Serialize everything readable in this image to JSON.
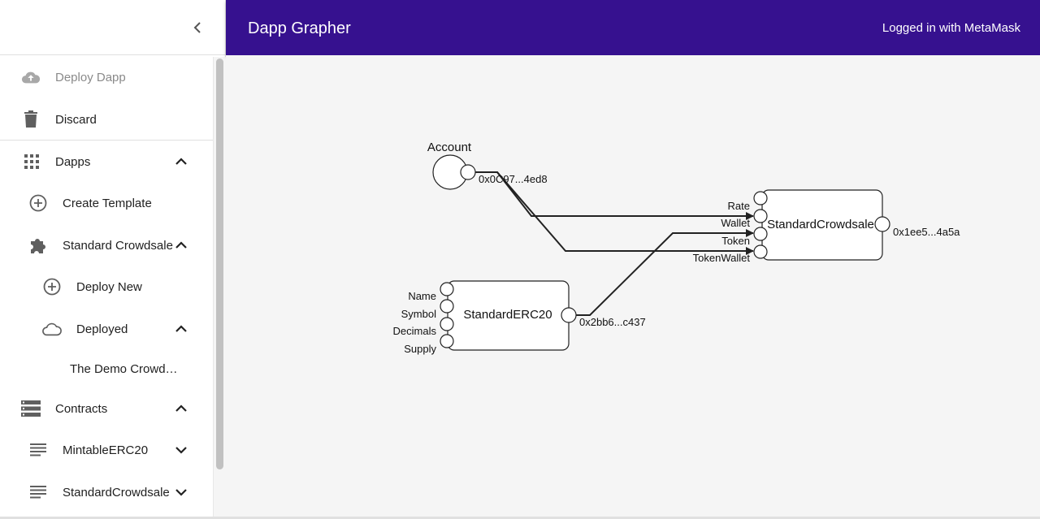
{
  "header": {
    "title": "Dapp Grapher",
    "status": "Logged in with MetaMask",
    "color": "#36118f"
  },
  "sidebar": {
    "deploy_dapp": "Deploy Dapp",
    "discard": "Discard",
    "dapps": "Dapps",
    "create_template": "Create Template",
    "standard_crowdsale": "Standard Crowdsale",
    "deploy_new": "Deploy New",
    "deployed": "Deployed",
    "demo": "The Demo Crowd…",
    "contracts": "Contracts",
    "mintable": "MintableERC20",
    "crowdsale_contract": "StandardCrowdsale"
  },
  "graph": {
    "account": {
      "label": "Account",
      "address": "0x0C97...4ed8"
    },
    "crowdsale": {
      "label": "StandardCrowdsale",
      "address": "0x1ee5...4a5a",
      "inputs": [
        "Rate",
        "Wallet",
        "Token",
        "TokenWallet"
      ]
    },
    "erc20": {
      "label": "StandardERC20",
      "address": "0x2bb6...c437",
      "inputs": [
        "Name",
        "Symbol",
        "Decimals",
        "Supply"
      ]
    },
    "edges": [
      {
        "from": "Account",
        "to": "StandardCrowdsale.Wallet"
      },
      {
        "from": "Account",
        "to": "StandardCrowdsale.TokenWallet"
      },
      {
        "from": "StandardERC20",
        "to": "StandardCrowdsale.Token"
      }
    ]
  }
}
